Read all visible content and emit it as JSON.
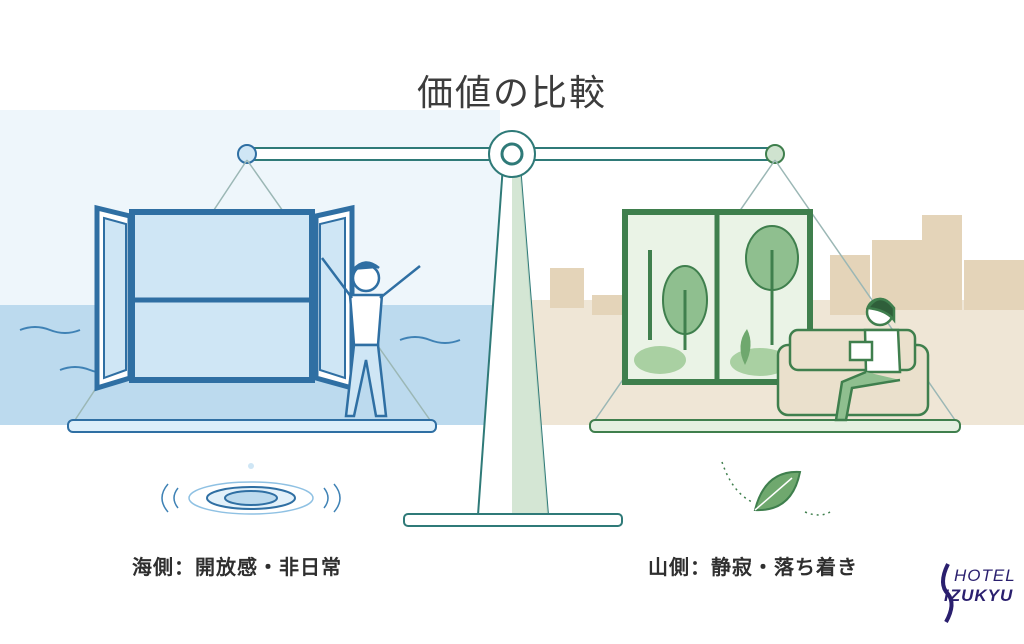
{
  "title": "価値の比較",
  "left_caption": "海側：開放感・非日常",
  "right_caption": "山側：静寂・落ち着き",
  "logo": {
    "line1": "HOTEL",
    "line2": "IZUKYU"
  },
  "colors": {
    "sea": "#2f6fa3",
    "sea_light": "#cfe6f5",
    "forest": "#3f7f4d",
    "sand": "#e8dcc7",
    "beam": "#2f7a78"
  }
}
